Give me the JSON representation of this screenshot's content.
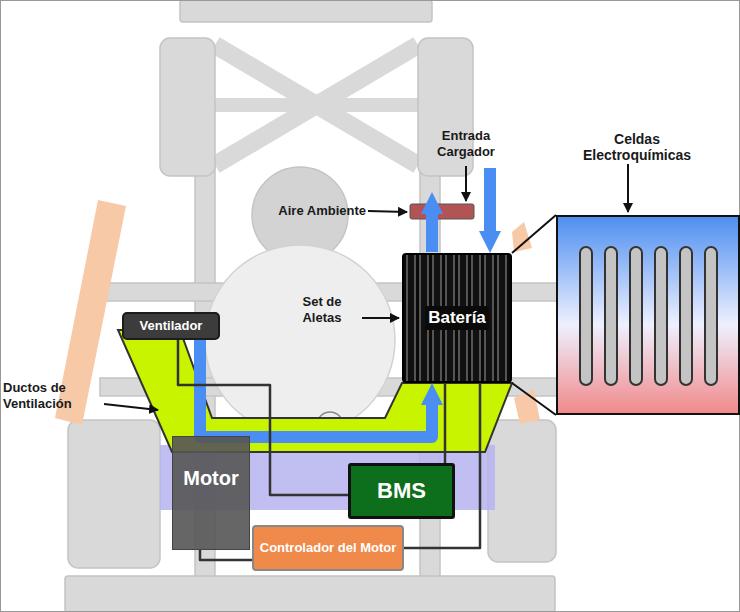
{
  "diagram": {
    "nodes": [
      {
        "text": [
          "Celdas Electroquímicas"
        ]
      },
      {
        "text": [
          "Batería"
        ]
      },
      {
        "text": [
          "Ventilador"
        ]
      },
      {
        "text": [
          "Motor"
        ]
      },
      {
        "text": [
          "BMS"
        ]
      },
      {
        "text": [
          "Controlador del Motor"
        ]
      }
    ],
    "edges": [
      {
        "from": 2,
        "to": 1,
        "arrow": "to"
      },
      {
        "from": 2,
        "to": 4,
        "arrow": "none"
      },
      {
        "from": 4,
        "to": 1,
        "arrow": "none"
      },
      {
        "from": 1,
        "to": 5,
        "arrow": "none"
      },
      {
        "from": 3,
        "to": 5,
        "arrow": "none"
      },
      {
        "from": 1,
        "to": 0,
        "arrow": "none"
      }
    ],
    "labels": [
      "Entrada Cargador",
      "Aire Ambiente",
      "Set de Aletas",
      "Ductos de Ventilación"
    ]
  }
}
